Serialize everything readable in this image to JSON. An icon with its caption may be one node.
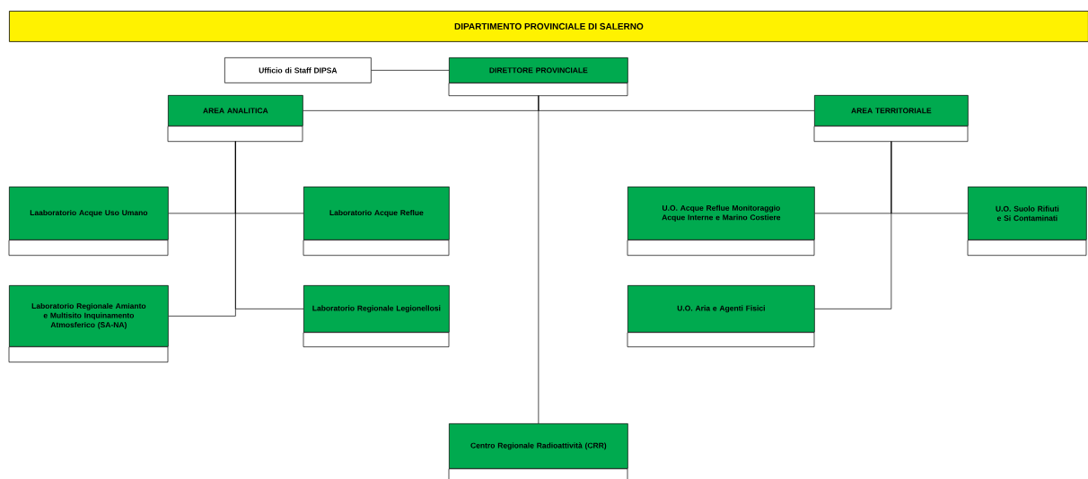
{
  "diagram": {
    "title": "DIPARTIMENTO PROVINCIALE DI SALERNO",
    "nodes": [
      {
        "text": [
          "Ufficio di Staff DIPSA"
        ]
      },
      {
        "text": [
          "DIRETTORE PROVINCIALE"
        ]
      },
      {
        "text": [
          "AREA ANALITICA"
        ]
      },
      {
        "text": [
          "AREA TERRITORIALE"
        ]
      },
      {
        "text": [
          "Laaboratorio Acque Uso Umano"
        ]
      },
      {
        "text": [
          "Laboratorio Acque Reflue"
        ]
      },
      {
        "text": [
          "U.O. Acque Reflue Monitoraggio Acque Interne e Marino Costiere"
        ]
      },
      {
        "text": [
          "U.O. Suolo Rifiuti e Si Contaminati"
        ]
      },
      {
        "text": [
          "Laboratorio Regionale Amianto e Multisito Inquinamento Atmosferico (SA-NA)"
        ]
      },
      {
        "text": [
          "Laboratorio Regionale Legionellosi"
        ]
      },
      {
        "text": [
          "U.O. Aria e Agenti Fisici"
        ]
      },
      {
        "text": [
          "Centro Regionale Radioattività (CRR)"
        ]
      }
    ],
    "edges": [
      {
        "from": 1,
        "to": 0,
        "arrow": "none"
      },
      {
        "from": 1,
        "to": 2,
        "arrow": "none"
      },
      {
        "from": 1,
        "to": 3,
        "arrow": "none"
      },
      {
        "from": 1,
        "to": 11,
        "arrow": "none"
      },
      {
        "from": 2,
        "to": 4,
        "arrow": "none"
      },
      {
        "from": 2,
        "to": 5,
        "arrow": "none"
      },
      {
        "from": 2,
        "to": 8,
        "arrow": "none"
      },
      {
        "from": 2,
        "to": 9,
        "arrow": "none"
      },
      {
        "from": 3,
        "to": 6,
        "arrow": "none"
      },
      {
        "from": 3,
        "to": 7,
        "arrow": "none"
      },
      {
        "from": 3,
        "to": 10,
        "arrow": "none"
      }
    ]
  }
}
